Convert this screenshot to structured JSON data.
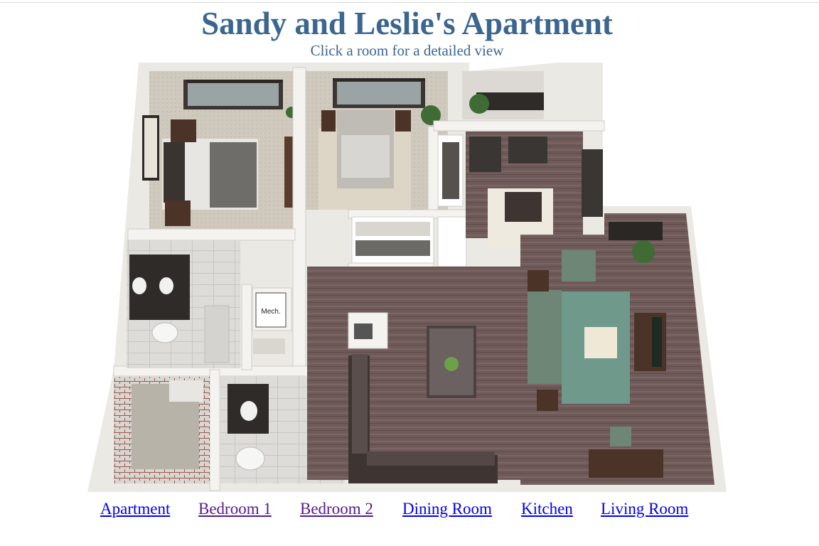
{
  "page": {
    "title": "Sandy and Leslie's Apartment",
    "subtitle": "Click a room for a detailed view"
  },
  "floorplan": {
    "labels": {
      "mech": "Mech."
    },
    "colors": {
      "wall": "#f1f0ec",
      "wall_shadow": "#c9c7c2",
      "wood_floor": "#6b5756",
      "carpet": "#cfc8bc",
      "tile": "#dcdad6",
      "rug_green": "#7d9a8c",
      "countertop": "#3a3232"
    }
  },
  "nav_links": [
    {
      "label": "Apartment",
      "state": "unvisited"
    },
    {
      "label": "Bedroom 1",
      "state": "visited"
    },
    {
      "label": "Bedroom 2",
      "state": "visited"
    },
    {
      "label": "Dining Room",
      "state": "unvisited"
    },
    {
      "label": "Kitchen",
      "state": "unvisited"
    },
    {
      "label": "Living Room",
      "state": "unvisited"
    }
  ]
}
